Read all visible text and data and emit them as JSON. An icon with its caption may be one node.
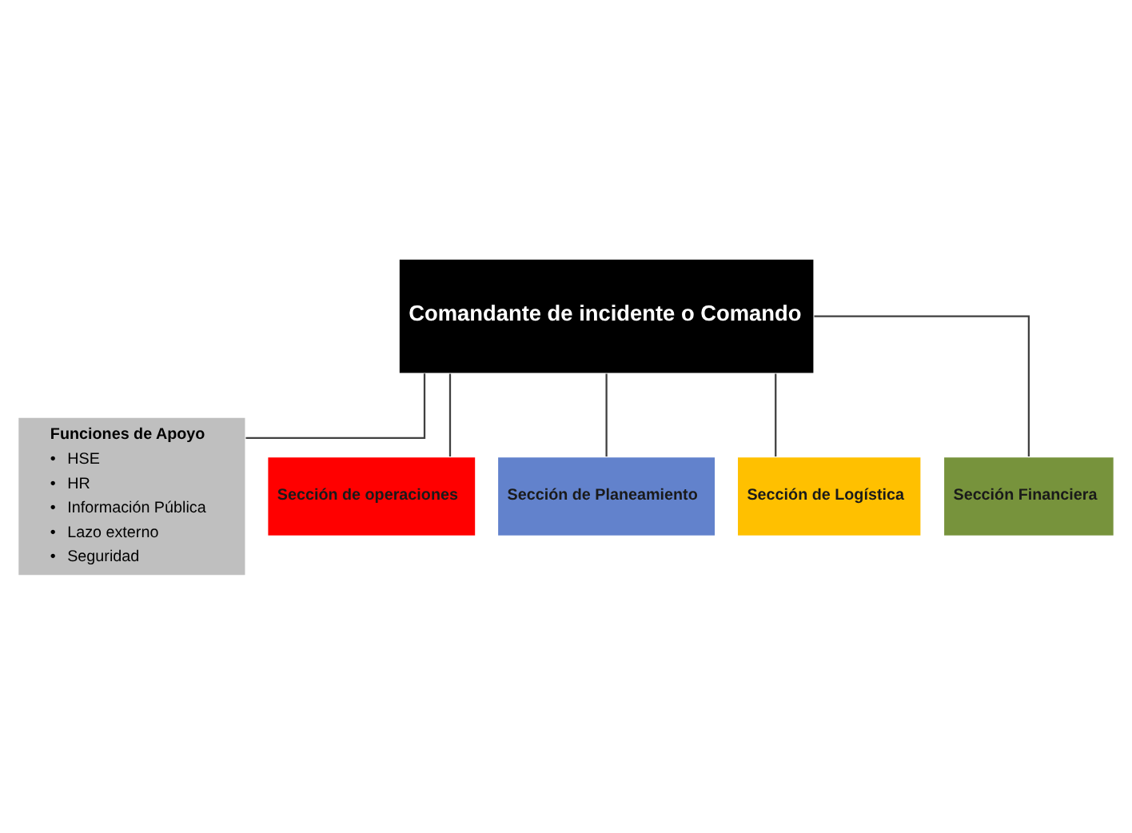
{
  "diagram": {
    "nodes": [
      {
        "text": [
          "Comandante de incidente o Comando"
        ]
      },
      {
        "text": [
          "Funciones de Apoyo",
          "HSE",
          "HR",
          "Información Pública",
          "Lazo externo",
          "Seguridad"
        ]
      },
      {
        "text": [
          "Sección de operaciones"
        ]
      },
      {
        "text": [
          "Sección de Planeamiento"
        ]
      },
      {
        "text": [
          "Sección de Logística"
        ]
      },
      {
        "text": [
          "Sección Financiera"
        ]
      }
    ],
    "edges": [
      {
        "from": 0,
        "to": 1,
        "arrow": "none"
      },
      {
        "from": 0,
        "to": 2,
        "arrow": "none"
      },
      {
        "from": 0,
        "to": 3,
        "arrow": "none"
      },
      {
        "from": 0,
        "to": 4,
        "arrow": "none"
      },
      {
        "from": 0,
        "to": 5,
        "arrow": "none"
      }
    ],
    "labels": [
      "•",
      "•",
      "•",
      "•",
      "•"
    ]
  }
}
